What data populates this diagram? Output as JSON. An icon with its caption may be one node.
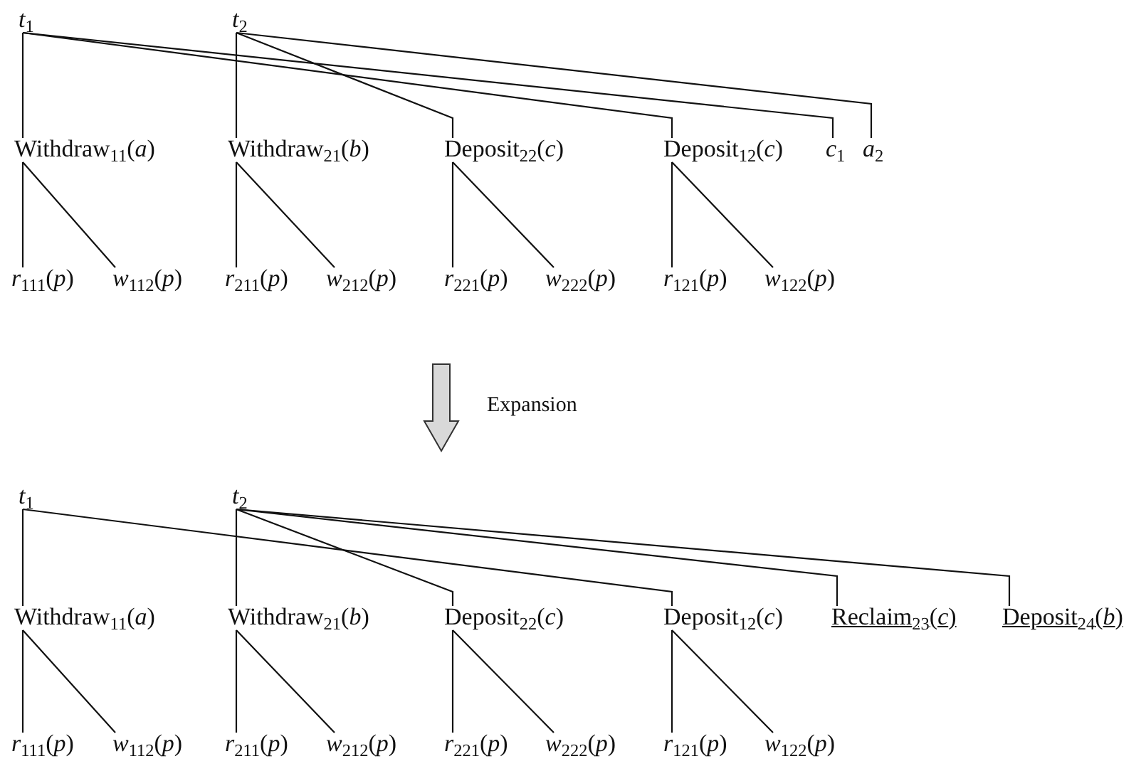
{
  "diagram": {
    "nodes": [
      {
        "text": [
          "*t*$_{1}$"
        ]
      },
      {
        "text": [
          "*t*$_{2}$"
        ]
      },
      {
        "text": [
          "Withdraw$_{11}$(*a*)"
        ]
      },
      {
        "text": [
          "Withdraw$_{21}$(*b*)"
        ]
      },
      {
        "text": [
          "Deposit$_{22}$(*c*)"
        ]
      },
      {
        "text": [
          "Deposit$_{12}$(*c*)"
        ]
      },
      {
        "text": [
          "*c*$_{1}$"
        ]
      },
      {
        "text": [
          "*a*$_{2}$"
        ]
      },
      {
        "text": [
          "*r*$_{111}$(*p*)"
        ]
      },
      {
        "text": [
          "*w*$_{112}$(*p*)"
        ]
      },
      {
        "text": [
          "*r*$_{211}$(*p*)"
        ]
      },
      {
        "text": [
          "*w*$_{212}$(*p*)"
        ]
      },
      {
        "text": [
          "*r*$_{221}$(*p*)"
        ]
      },
      {
        "text": [
          "*w*$_{222}$(*p*)"
        ]
      },
      {
        "text": [
          "*r*$_{121}$(*p*)"
        ]
      },
      {
        "text": [
          "*w*$_{122}$(*p*)"
        ]
      },
      {
        "text": [
          "*t*$_{1}$"
        ]
      },
      {
        "text": [
          "*t*$_{2}$"
        ]
      },
      {
        "text": [
          "Withdraw$_{11}$(*a*)"
        ]
      },
      {
        "text": [
          "Withdraw$_{21}$(*b*)"
        ]
      },
      {
        "text": [
          "Deposit$_{22}$(*c*)"
        ]
      },
      {
        "text": [
          "Deposit$_{12}$(*c*)"
        ]
      },
      {
        "text": [
          "Reclaim$_{23}$(*c*)"
        ]
      },
      {
        "text": [
          "Deposit$_{24}$(*b*)"
        ]
      },
      {
        "text": [
          "*r*$_{111}$(*p*)"
        ]
      },
      {
        "text": [
          "*w*$_{112}$(*p*)"
        ]
      },
      {
        "text": [
          "*r*$_{211}$(*p*)"
        ]
      },
      {
        "text": [
          "*w*$_{212}$(*p*)"
        ]
      },
      {
        "text": [
          "*r*$_{221}$(*p*)"
        ]
      },
      {
        "text": [
          "*w*$_{222}$(*p*)"
        ]
      },
      {
        "text": [
          "*r*$_{121}$(*p*)"
        ]
      },
      {
        "text": [
          "*w*$_{122}$(*p*)"
        ]
      }
    ],
    "edges": [
      {
        "from": 0,
        "to": 2,
        "arrow": "none"
      },
      {
        "from": 0,
        "to": 5,
        "arrow": "none"
      },
      {
        "from": 0,
        "to": 6,
        "arrow": "none"
      },
      {
        "from": 1,
        "to": 3,
        "arrow": "none"
      },
      {
        "from": 1,
        "to": 4,
        "arrow": "none"
      },
      {
        "from": 1,
        "to": 7,
        "arrow": "none"
      },
      {
        "from": 2,
        "to": 8,
        "arrow": "none"
      },
      {
        "from": 2,
        "to": 9,
        "arrow": "none"
      },
      {
        "from": 3,
        "to": 10,
        "arrow": "none"
      },
      {
        "from": 3,
        "to": 11,
        "arrow": "none"
      },
      {
        "from": 4,
        "to": 12,
        "arrow": "none"
      },
      {
        "from": 4,
        "to": 13,
        "arrow": "none"
      },
      {
        "from": 5,
        "to": 14,
        "arrow": "none"
      },
      {
        "from": 5,
        "to": 15,
        "arrow": "none"
      },
      {
        "from": 16,
        "to": 18,
        "arrow": "none"
      },
      {
        "from": 16,
        "to": 21,
        "arrow": "none"
      },
      {
        "from": 17,
        "to": 19,
        "arrow": "none"
      },
      {
        "from": 17,
        "to": 20,
        "arrow": "none"
      },
      {
        "from": 17,
        "to": 22,
        "arrow": "none"
      },
      {
        "from": 17,
        "to": 23,
        "arrow": "none"
      },
      {
        "from": 18,
        "to": 24,
        "arrow": "none"
      },
      {
        "from": 18,
        "to": 25,
        "arrow": "none"
      },
      {
        "from": 19,
        "to": 26,
        "arrow": "none"
      },
      {
        "from": 19,
        "to": 27,
        "arrow": "none"
      },
      {
        "from": 20,
        "to": 28,
        "arrow": "none"
      },
      {
        "from": 20,
        "to": 29,
        "arrow": "none"
      },
      {
        "from": 21,
        "to": 30,
        "arrow": "none"
      },
      {
        "from": 21,
        "to": 31,
        "arrow": "none"
      }
    ],
    "labels": [
      "Expansion"
    ]
  }
}
